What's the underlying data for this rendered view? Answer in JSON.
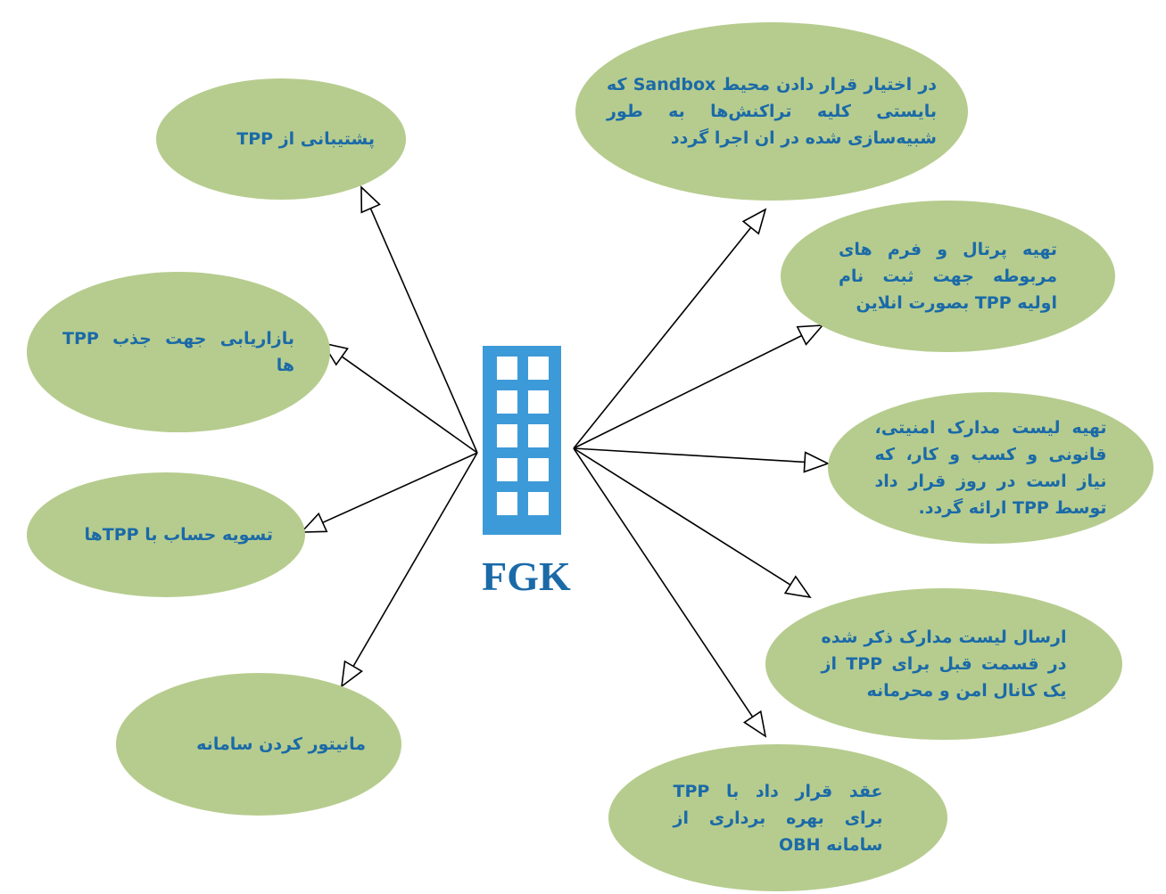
{
  "center": {
    "label": "FGK",
    "icon": "building-icon",
    "color": "#3d9ad8"
  },
  "colors": {
    "node_fill": "#b6cc8e",
    "text": "#1b6aa8",
    "connector": "#000000"
  },
  "nodes": {
    "tpp_support": "پشتیبانی از TPP",
    "tpp_marketing": "بازاریابی جهت جذب TPP ها",
    "tpp_settlement": "تسویه حساب با TPPها",
    "system_monitoring": "مانیتور کردن سامانه",
    "sandbox": "در اختیار قرار دادن محیط Sandbox که بایستی کلیه تراکنش‌ها به طور شبیه‌سازی شده در ان اجرا گردد",
    "portal": "تهیه پرتال و فرم های مربوطه جهت ثبت نام اولیه TPP بصورت انلاین",
    "documents_list": "تهیه لیست مدارک امنیتی، قانونی و کسب و کار، که نیاز است در روز قرار داد توسط TPP ارائه گردد.",
    "send_documents": "ارسال لیست مدارک ذکر شده در قسمت قبل برای TPP از یک کانال امن و محرمانه",
    "contract": "عقد قرار داد با TPP برای بهره برداری از سامانه OBH"
  }
}
